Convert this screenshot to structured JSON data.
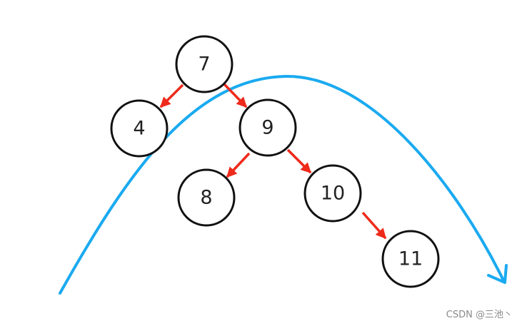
{
  "diagram": {
    "nodes": [
      {
        "id": "n7",
        "label": "7"
      },
      {
        "id": "n4",
        "label": "4"
      },
      {
        "id": "n9",
        "label": "9"
      },
      {
        "id": "n8",
        "label": "8"
      },
      {
        "id": "n10",
        "label": "10"
      },
      {
        "id": "n11",
        "label": "11"
      }
    ],
    "edges": [
      {
        "from": "n7",
        "to": "n4"
      },
      {
        "from": "n7",
        "to": "n9"
      },
      {
        "from": "n9",
        "to": "n8"
      },
      {
        "from": "n9",
        "to": "n10"
      },
      {
        "from": "n10",
        "to": "n11"
      }
    ],
    "colors": {
      "edge": "#ee2a1b",
      "sweep_arrow": "#1aaaf0",
      "node_stroke": "#111111",
      "node_fill": "#ffffff"
    }
  },
  "watermark": "CSDN @三池丶"
}
